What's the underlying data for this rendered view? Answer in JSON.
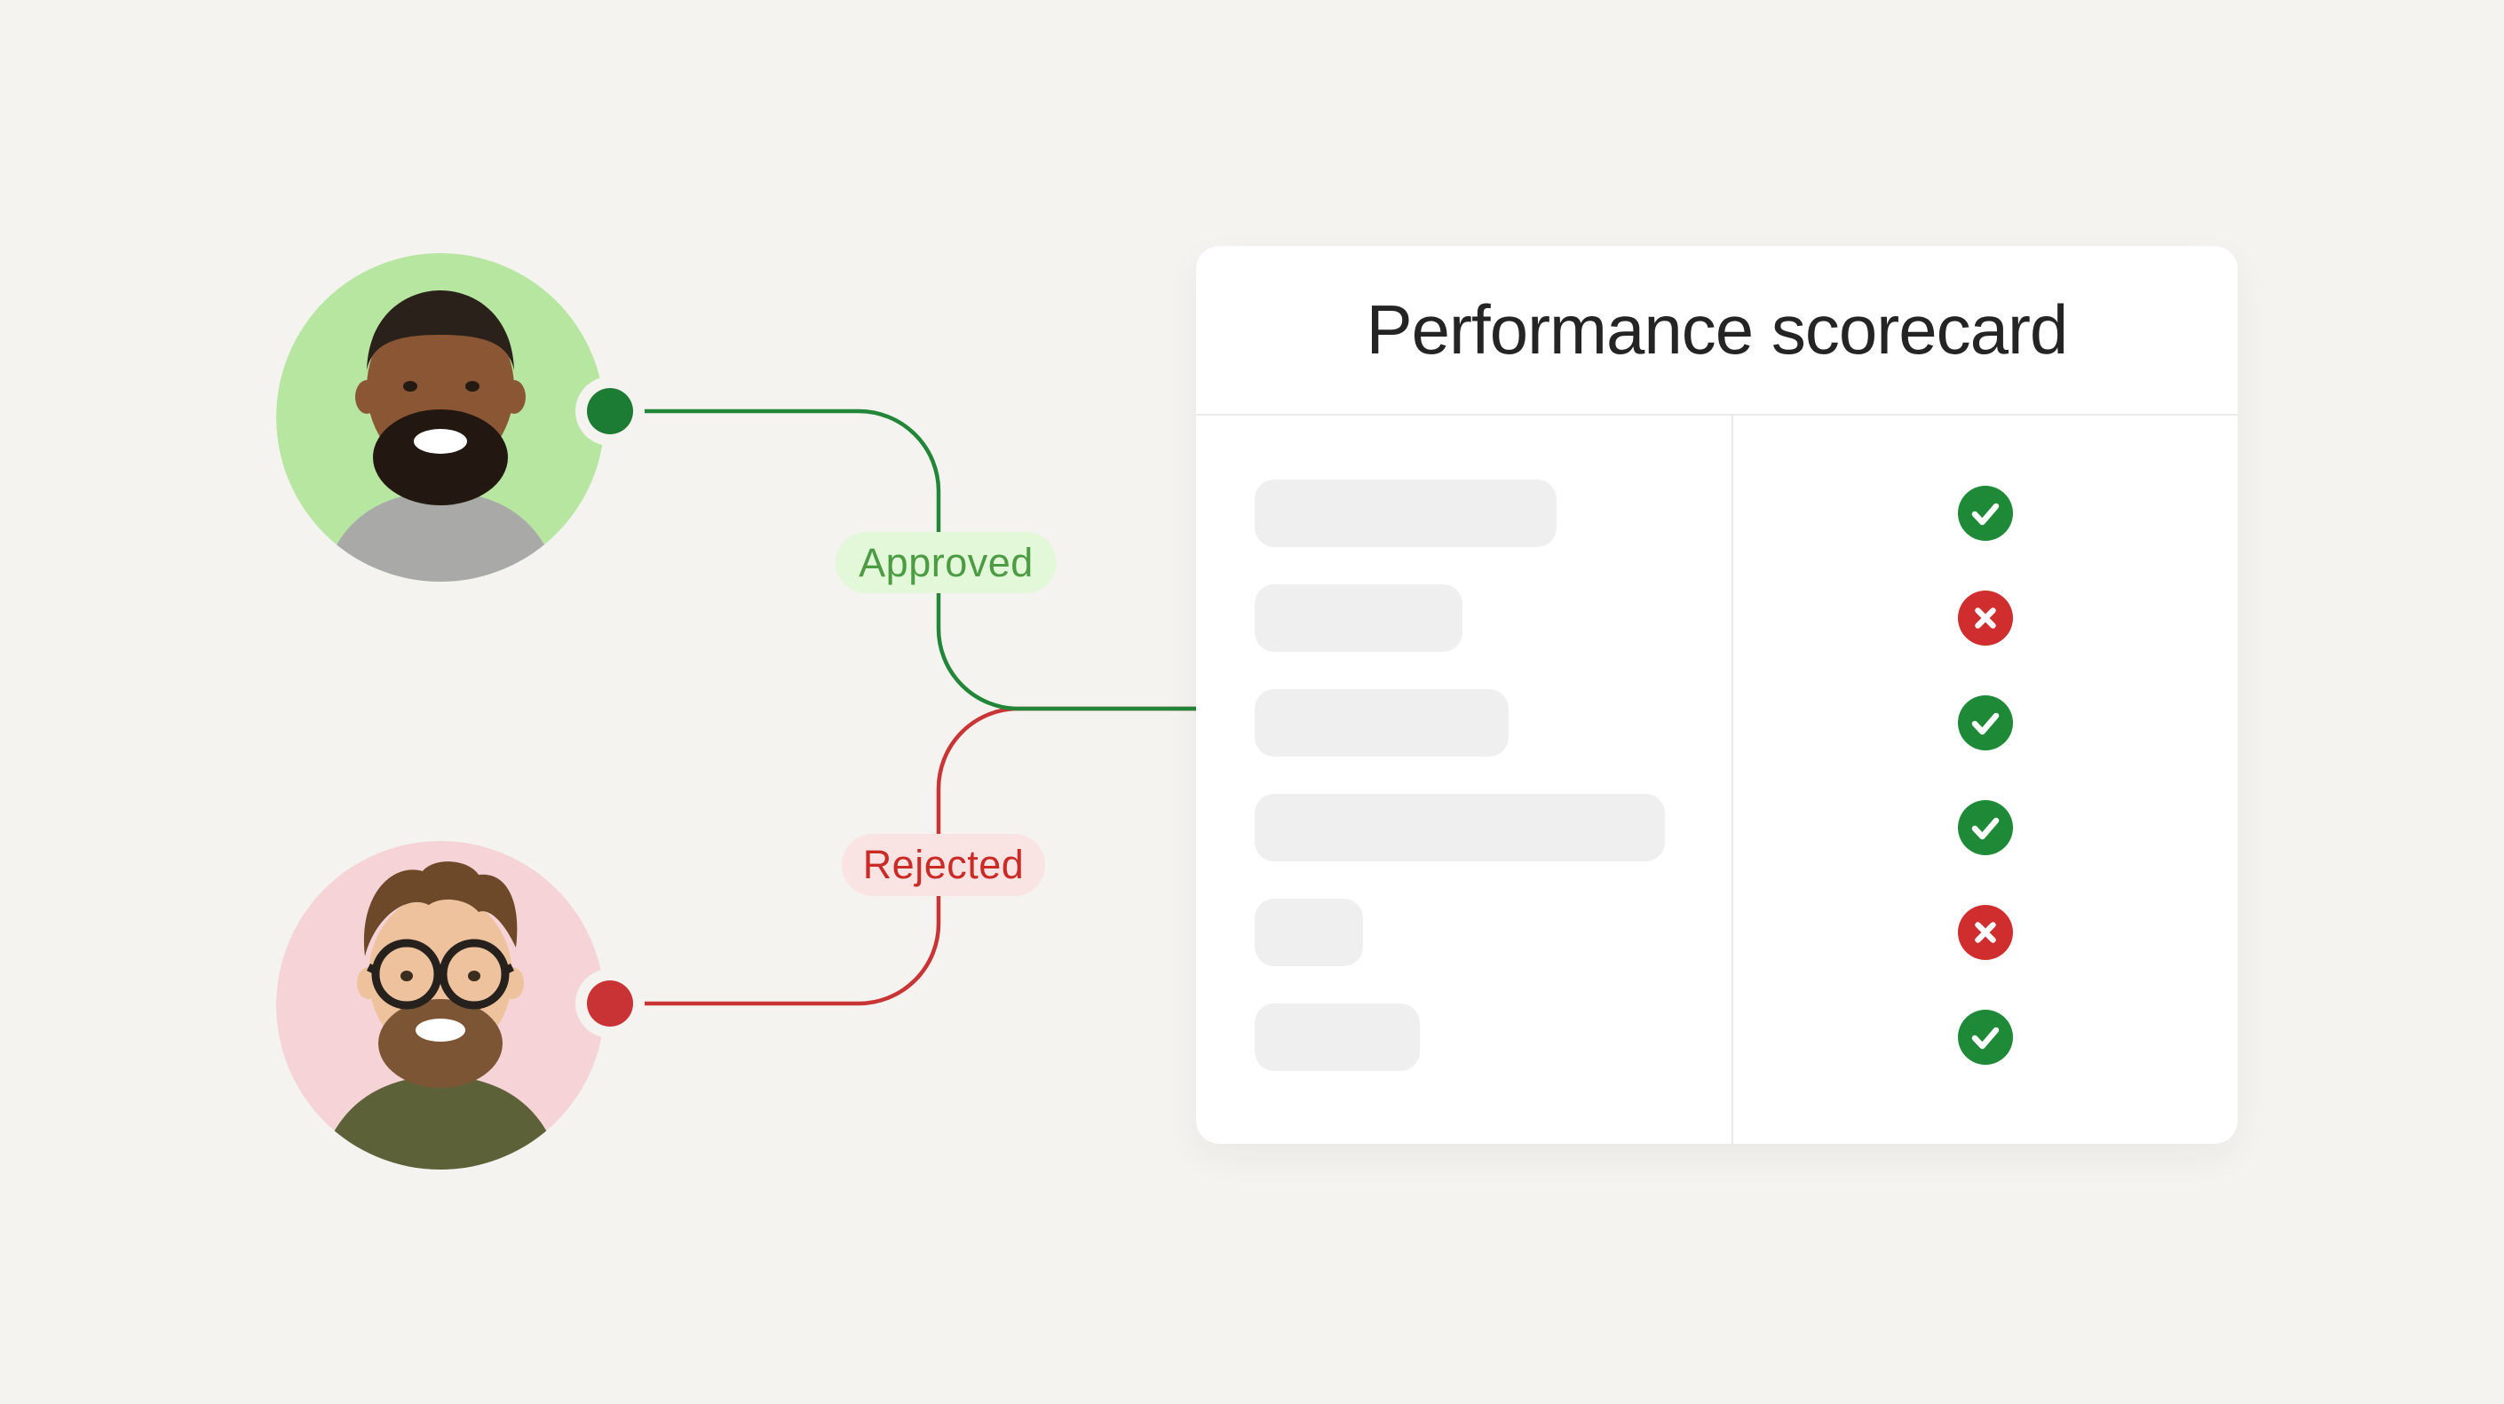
{
  "colors": {
    "page_background": "#f4f3f0",
    "card_background": "#ffffff",
    "divider": "#eaeaea",
    "placeholder_bar": "#efefef",
    "title_text": "#242424",
    "approved_accent": "#1e8a38",
    "approved_line": "#218638",
    "approved_dot": "#1d7c34",
    "approved_badge_bg": "#e3f7d9",
    "approved_badge_text": "#4c9c44",
    "approved_avatar_bg": "#b7e6a1",
    "rejected_accent": "#d02e2e",
    "rejected_line": "#c93434",
    "rejected_dot": "#ca3335",
    "rejected_badge_bg": "#f9e3e3",
    "rejected_badge_text": "#cb2a27",
    "rejected_avatar_bg": "#f5d3d6"
  },
  "badges": {
    "approved_label": "Approved",
    "rejected_label": "Rejected"
  },
  "card": {
    "title": "Performance scorecard",
    "rows": [
      {
        "placeholder_width": 340,
        "status": "approved"
      },
      {
        "placeholder_width": 234,
        "status": "rejected"
      },
      {
        "placeholder_width": 286,
        "status": "approved"
      },
      {
        "placeholder_width": 462,
        "status": "approved"
      },
      {
        "placeholder_width": 122,
        "status": "rejected"
      },
      {
        "placeholder_width": 186,
        "status": "approved"
      }
    ]
  }
}
